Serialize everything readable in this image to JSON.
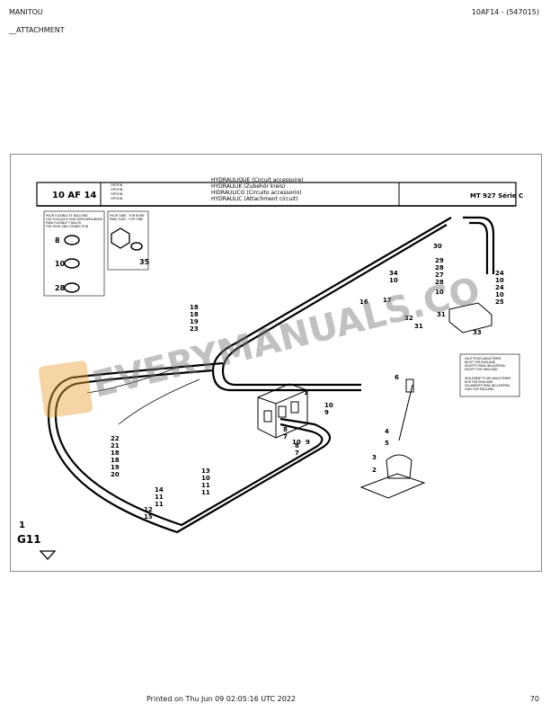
{
  "header": {
    "brand": "MANITOU",
    "doc_ref": "10AF14 - (547015)",
    "section": "__ATTACHMENT"
  },
  "drawing": {
    "code": "10 AF 14",
    "option_tags": [
      "OPTION",
      "OPTION",
      "OPTION",
      "OPTION"
    ],
    "titles": [
      "HYDRAULIQUE (Circuit accessoire)",
      "HYDRAULIK (Zubehör kreis)",
      "HIDRAULICO (Circuito accessorio)",
      "HYDRAULIC (Attachment circuit)"
    ],
    "model": "MT 927 Série C",
    "note_flexibles": [
      "POUR FLEXIBLE ET RACCORD",
      "FUR SCHLAUCH UND VERSCHRAUBUNG",
      "PARA FLEXIBLE Y RACOR",
      "FOR HOSE AND CONNECTION"
    ],
    "note_tube": [
      "POUR TUBE - FUR ROHR",
      "PARA TUBO - FOR TUBE"
    ],
    "note_star_outline": [
      "SAUF POUR ANGLETERRE",
      "NICHT FUR ENGLAND",
      "EXCEPTO PARA INGLATERRA",
      "EXCEPT FOR ENGLAND"
    ],
    "note_star_filled": [
      "SEULEMENT POUR ANGLETERRE",
      "NUR FUR ENGLAND",
      "SOLAMENTE PARA INGLATERRA",
      "ONLY FOR ENGLAND"
    ],
    "sheet_number": "1",
    "sheet_code": "G11",
    "watermark": "EVERYMANUALS.CO",
    "callouts_left": [
      "8",
      "10",
      "28"
    ],
    "callout_35": "35",
    "callouts_a": [
      "18",
      "18",
      "19",
      "23"
    ],
    "callouts_b": [
      "22",
      "21",
      "18",
      "18",
      "19",
      "20"
    ],
    "callouts_c": [
      "14",
      "11",
      "11",
      "12",
      "15"
    ],
    "callouts_d": [
      "13",
      "10",
      "11",
      "11"
    ],
    "callouts_valve": [
      "1",
      "8",
      "7",
      "10",
      "9",
      "8",
      "7",
      "10",
      "9"
    ],
    "callouts_e": [
      "6",
      "4",
      "5",
      "3",
      "2"
    ],
    "callouts_f": [
      "30",
      "34",
      "10",
      "29",
      "28",
      "27",
      "28",
      "10"
    ],
    "callouts_g": [
      "24",
      "10",
      "24",
      "10",
      "25"
    ],
    "callouts_h": [
      "16",
      "17",
      "32",
      "31",
      "31",
      "33"
    ]
  },
  "footer": {
    "printed": "Printed on   Thu Jun 09 02:05:16 UTC 2022",
    "page": "70"
  }
}
